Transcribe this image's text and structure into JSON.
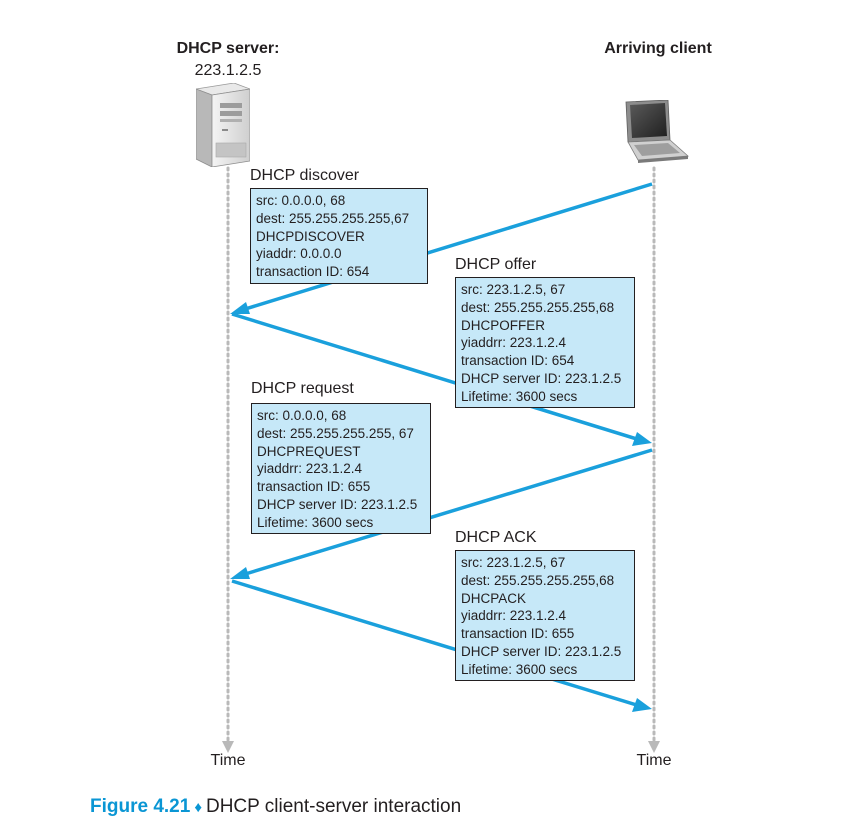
{
  "server": {
    "title": "DHCP server:",
    "address": "223.1.2.5",
    "icon": "server-tower-icon"
  },
  "client": {
    "title": "Arriving client",
    "icon": "laptop-icon"
  },
  "timelines": {
    "server_label": "Time",
    "client_label": "Time"
  },
  "messages": [
    {
      "title": "DHCP discover",
      "lines": [
        "src: 0.0.0.0, 68",
        "dest: 255.255.255.255,67",
        "DHCPDISCOVER",
        "yiaddr: 0.0.0.0",
        "transaction ID: 654"
      ]
    },
    {
      "title": "DHCP offer",
      "lines": [
        "src: 223.1.2.5, 67",
        "dest: 255.255.255.255,68",
        "DHCPOFFER",
        "yiaddrr: 223.1.2.4",
        "transaction ID: 654",
        "DHCP server ID: 223.1.2.5",
        "Lifetime: 3600 secs"
      ]
    },
    {
      "title": "DHCP request",
      "lines": [
        "src: 0.0.0.0, 68",
        "dest: 255.255.255.255, 67",
        "DHCPREQUEST",
        "yiaddrr: 223.1.2.4",
        "transaction ID: 655",
        "DHCP server ID: 223.1.2.5",
        "Lifetime: 3600 secs"
      ]
    },
    {
      "title": "DHCP ACK",
      "lines": [
        "src: 223.1.2.5, 67",
        "dest: 255.255.255.255,68",
        "DHCPACK",
        "yiaddrr: 223.1.2.4",
        "transaction ID: 655",
        "DHCP server ID: 223.1.2.5",
        "Lifetime: 3600 secs"
      ]
    }
  ],
  "caption": {
    "figure": "Figure 4.21",
    "text": "DHCP client-server interaction"
  },
  "colors": {
    "arrow": "#1aa0dc",
    "box_fill": "#c6e8f8",
    "timeline": "#b9b9b9",
    "accent": "#0a96d4"
  }
}
